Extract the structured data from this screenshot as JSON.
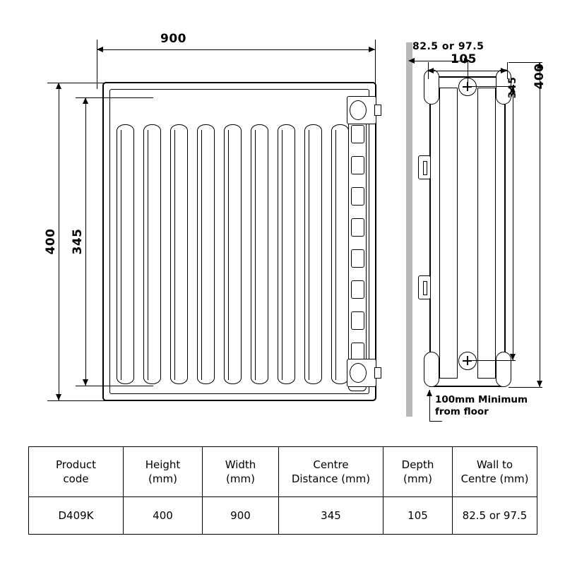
{
  "diagram": {
    "type": "technical-dimension-drawing",
    "subject": "radiator-panel",
    "front_view": {
      "width_label": "900",
      "height_overall_label": "400",
      "height_centre_label": "345",
      "fin_count": 9
    },
    "side_view": {
      "wall_to_centre_label": "82.5 or 97.5",
      "depth_label": "105",
      "centre_distance_label": "345",
      "height_label": "400",
      "floor_note_line1": "100mm Minimum",
      "floor_note_line2": "from floor"
    }
  },
  "table": {
    "headers": [
      "Product\ncode",
      "Height\n(mm)",
      "Width\n(mm)",
      "Centre\nDistance (mm)",
      "Depth\n(mm)",
      "Wall to\nCentre (mm)"
    ],
    "headers_split": [
      [
        "Product",
        "code"
      ],
      [
        "Height",
        "(mm)"
      ],
      [
        "Width",
        "(mm)"
      ],
      [
        "Centre",
        "Distance (mm)"
      ],
      [
        "Depth",
        "(mm)"
      ],
      [
        "Wall to",
        "Centre (mm)"
      ]
    ],
    "rows": [
      [
        "D409K",
        "400",
        "900",
        "345",
        "105",
        "82.5 or 97.5"
      ]
    ]
  },
  "colors": {
    "line": "#000000",
    "wall": "#b9b9b9",
    "background": "#ffffff"
  }
}
